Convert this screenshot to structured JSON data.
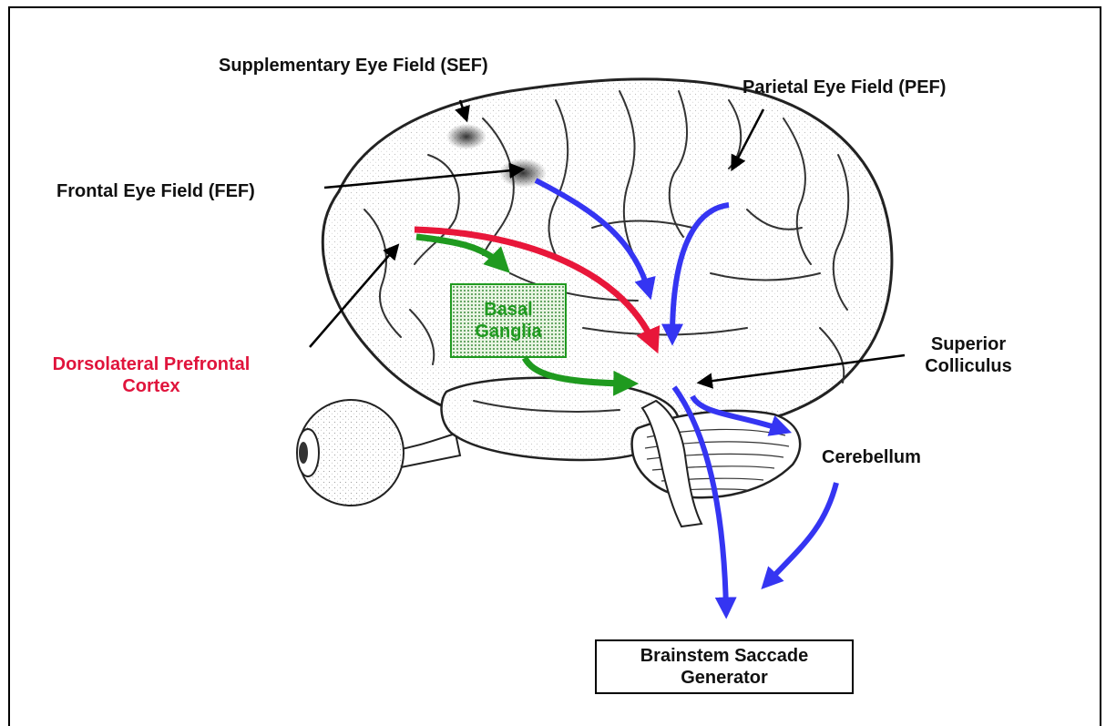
{
  "labels": {
    "sef": "Supplementary Eye Field (SEF)",
    "pef": "Parietal Eye Field (PEF)",
    "fef": "Frontal Eye Field (FEF)",
    "dlpfc": "Dorsolateral Prefrontal\nCortex",
    "basal_ganglia": "Basal\nGanglia",
    "superior_colliculus": "Superior\nColliculus",
    "cerebellum": "Cerebellum",
    "brainstem": "Brainstem Saccade\nGenerator"
  },
  "colors": {
    "blue_pathway": "#3535f2",
    "red_pathway": "#e8173a",
    "green_pathway": "#1f9a1f",
    "dlpfc_label": "#e0143c",
    "basal_label": "#1f9a1f",
    "pointer": "#000000"
  }
}
